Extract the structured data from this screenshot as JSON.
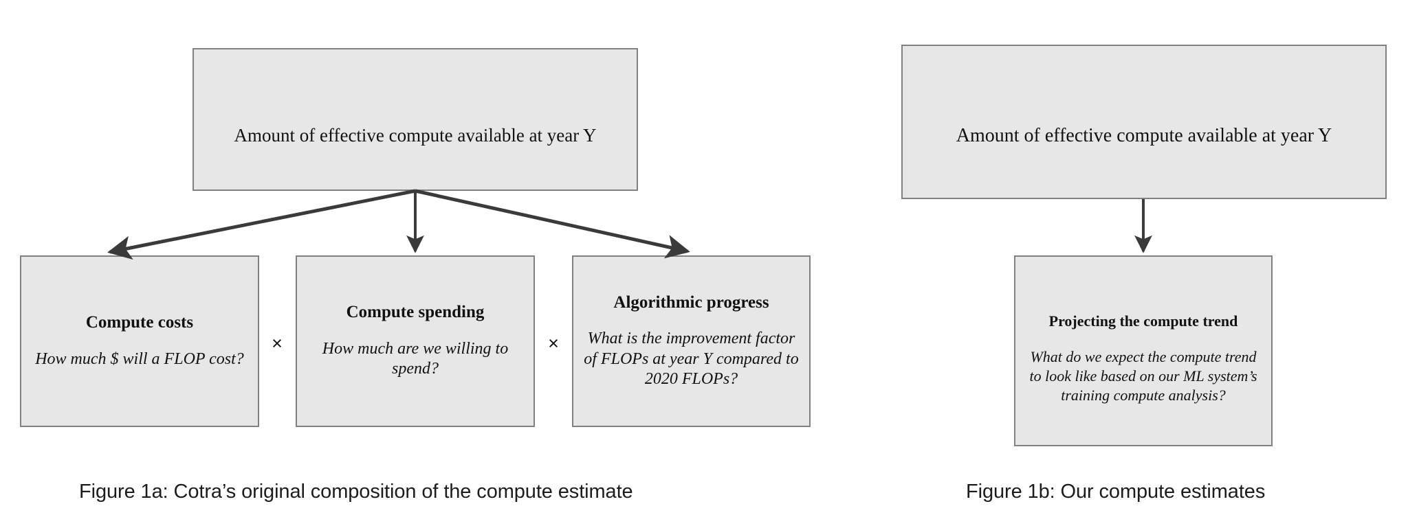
{
  "figures": [
    {
      "id": "1a",
      "caption": "Figure 1a: Cotra’s original composition of the compute estimate",
      "root": {
        "title": "Amount of effective compute available at year Y"
      },
      "children": [
        {
          "heading": "Compute costs",
          "body": "How much $ will a FLOP cost?"
        },
        {
          "heading": "Compute spending",
          "body": "How much are we willing to spend?"
        },
        {
          "heading": "Algorithmic progress",
          "body": "What is the improvement factor of FLOPs at year Y compared to 2020 FLOPs?"
        }
      ],
      "operators": [
        "×",
        "×"
      ]
    },
    {
      "id": "1b",
      "caption": "Figure 1b: Our compute estimates",
      "root": {
        "title": "Amount of effective compute available at year Y"
      },
      "children": [
        {
          "heading": "Projecting the compute trend",
          "body": "What do we expect the compute trend to look like based on our ML system’s training compute analysis?"
        }
      ],
      "operators": []
    }
  ],
  "style": {
    "box_fill": "#e7e7e7",
    "box_border": "#808080",
    "arrow_color": "#3a3a3a",
    "text_color": "#111111",
    "caption_color": "#1c1c1c",
    "background": "#ffffff"
  }
}
